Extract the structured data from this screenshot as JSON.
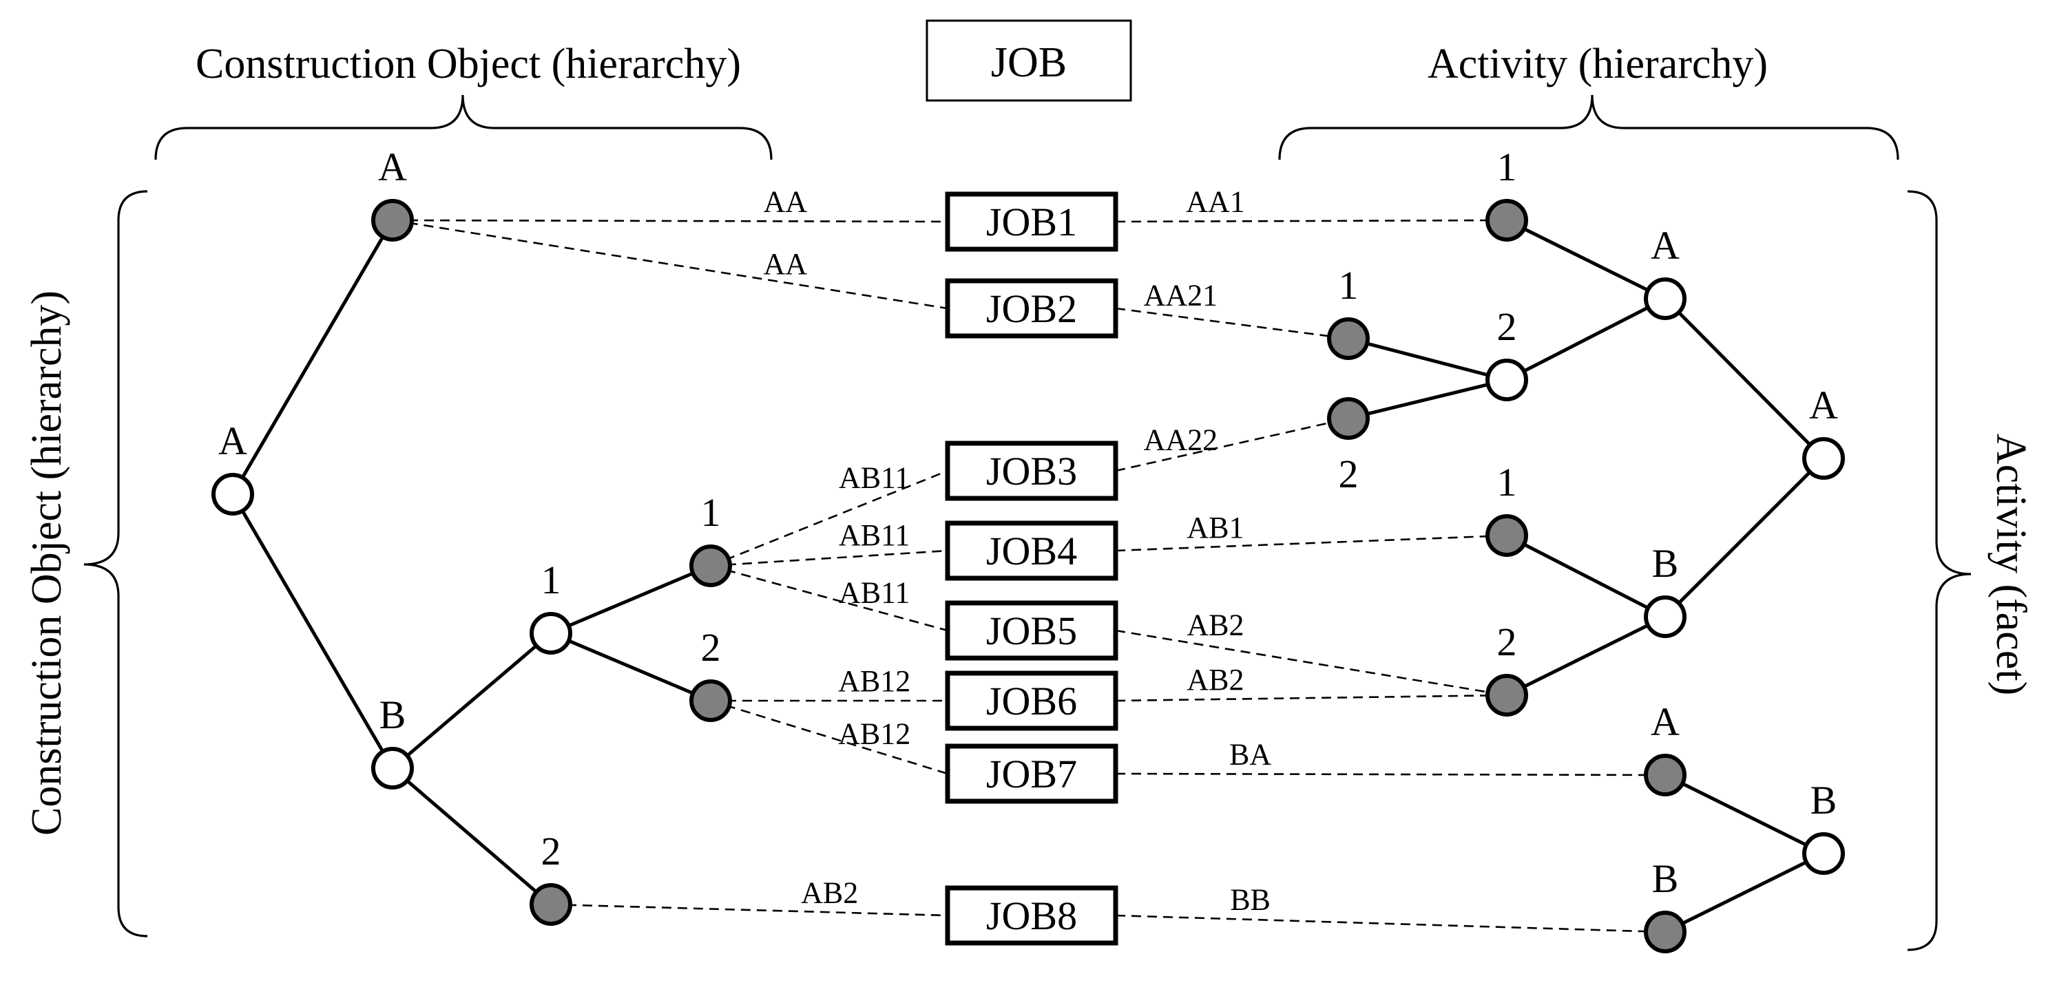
{
  "headers": {
    "top_left": "Construction Object (hierarchy)",
    "top_center": "JOB",
    "top_right": "Activity (hierarchy)",
    "side_left": "Construction Object (hierarchy)",
    "side_right": "Activity (facet)"
  },
  "colors": {
    "filled_node": "#808080",
    "open_node": "#ffffff",
    "line": "#000000"
  },
  "object_tree": {
    "nodes": [
      {
        "id": "root",
        "label": "A",
        "filled": false
      },
      {
        "id": "oA",
        "label": "A",
        "filled": true
      },
      {
        "id": "oB",
        "label": "B",
        "filled": false
      },
      {
        "id": "oB1",
        "label": "1",
        "filled": false
      },
      {
        "id": "oB2",
        "label": "2",
        "filled": true
      },
      {
        "id": "oB11",
        "label": "1",
        "filled": true
      },
      {
        "id": "oB12",
        "label": "2",
        "filled": true
      }
    ],
    "edges": [
      [
        "root",
        "oA"
      ],
      [
        "root",
        "oB"
      ],
      [
        "oB",
        "oB1"
      ],
      [
        "oB",
        "oB2"
      ],
      [
        "oB1",
        "oB11"
      ],
      [
        "oB1",
        "oB12"
      ]
    ]
  },
  "jobs": [
    "JOB1",
    "JOB2",
    "JOB3",
    "JOB4",
    "JOB5",
    "JOB6",
    "JOB7",
    "JOB8"
  ],
  "activity_tree": {
    "nodes": [
      {
        "id": "aRoot",
        "label": "A",
        "filled": false
      },
      {
        "id": "aA",
        "label": "A",
        "filled": false
      },
      {
        "id": "aA1",
        "label": "1",
        "filled": true
      },
      {
        "id": "aA2",
        "label": "2",
        "filled": false
      },
      {
        "id": "aA21",
        "label": "1",
        "filled": true
      },
      {
        "id": "aA22",
        "label": "2",
        "filled": true
      },
      {
        "id": "aB",
        "label": "B",
        "filled": false
      },
      {
        "id": "aB1",
        "label": "1",
        "filled": true
      },
      {
        "id": "aB2",
        "label": "2",
        "filled": true
      },
      {
        "id": "bRoot",
        "label": "B",
        "filled": false
      },
      {
        "id": "bA",
        "label": "A",
        "filled": true
      },
      {
        "id": "bB",
        "label": "B",
        "filled": true
      }
    ],
    "edges": [
      [
        "aRoot",
        "aA"
      ],
      [
        "aRoot",
        "aB"
      ],
      [
        "aA",
        "aA1"
      ],
      [
        "aA",
        "aA2"
      ],
      [
        "aA2",
        "aA21"
      ],
      [
        "aA2",
        "aA22"
      ],
      [
        "aB",
        "aB1"
      ],
      [
        "aB",
        "aB2"
      ],
      [
        "bRoot",
        "bA"
      ],
      [
        "bRoot",
        "bB"
      ]
    ]
  },
  "left_links": [
    {
      "from": "oA",
      "job": "JOB1",
      "code": "AA"
    },
    {
      "from": "oA",
      "job": "JOB2",
      "code": "AA"
    },
    {
      "from": "oB11",
      "job": "JOB3",
      "code": "AB11"
    },
    {
      "from": "oB11",
      "job": "JOB4",
      "code": "AB11"
    },
    {
      "from": "oB11",
      "job": "JOB5",
      "code": "AB11"
    },
    {
      "from": "oB12",
      "job": "JOB6",
      "code": "AB12"
    },
    {
      "from": "oB12",
      "job": "JOB7",
      "code": "AB12"
    },
    {
      "from": "oB2",
      "job": "JOB8",
      "code": "AB2"
    }
  ],
  "right_links": [
    {
      "job": "JOB1",
      "to": "aA1",
      "code": "AA1"
    },
    {
      "job": "JOB2",
      "to": "aA21",
      "code": "AA21"
    },
    {
      "job": "JOB3",
      "to": "aA22",
      "code": "AA22"
    },
    {
      "job": "JOB4",
      "to": "aB1",
      "code": "AB1"
    },
    {
      "job": "JOB5",
      "to": "aB2",
      "code": "AB2"
    },
    {
      "job": "JOB6",
      "to": "aB2",
      "code": "AB2"
    },
    {
      "job": "JOB7",
      "to": "bA",
      "code": "BA"
    },
    {
      "job": "JOB8",
      "to": "bB",
      "code": "BB"
    }
  ]
}
